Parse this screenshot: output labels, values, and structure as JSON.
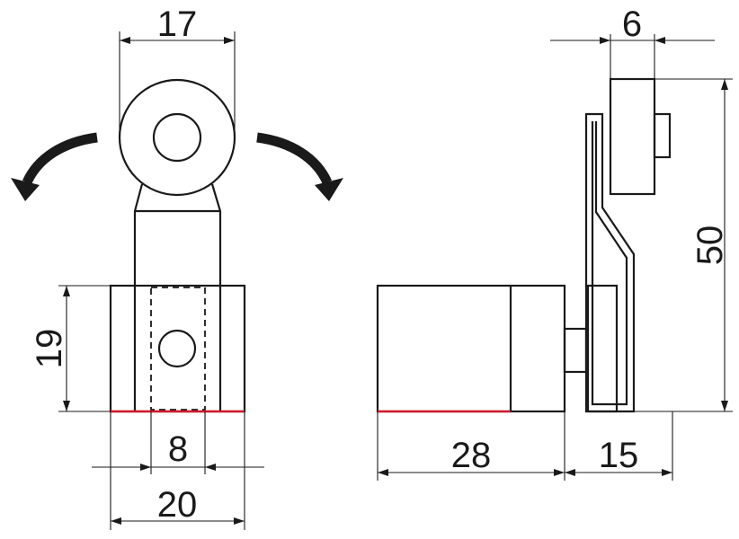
{
  "colors": {
    "line": "#1a1a1a",
    "base_line": "#d0182c",
    "background": "#ffffff"
  },
  "dimensions": {
    "roller_diameter": "17",
    "roller_width": "6",
    "total_height": "50",
    "body_height": "19",
    "slot_width": "8",
    "body_width": "20",
    "body_length": "28",
    "lever_depth": "15"
  },
  "icons": {
    "left": "rotate-counterclockwise-arrow-icon",
    "right": "rotate-clockwise-arrow-icon"
  }
}
